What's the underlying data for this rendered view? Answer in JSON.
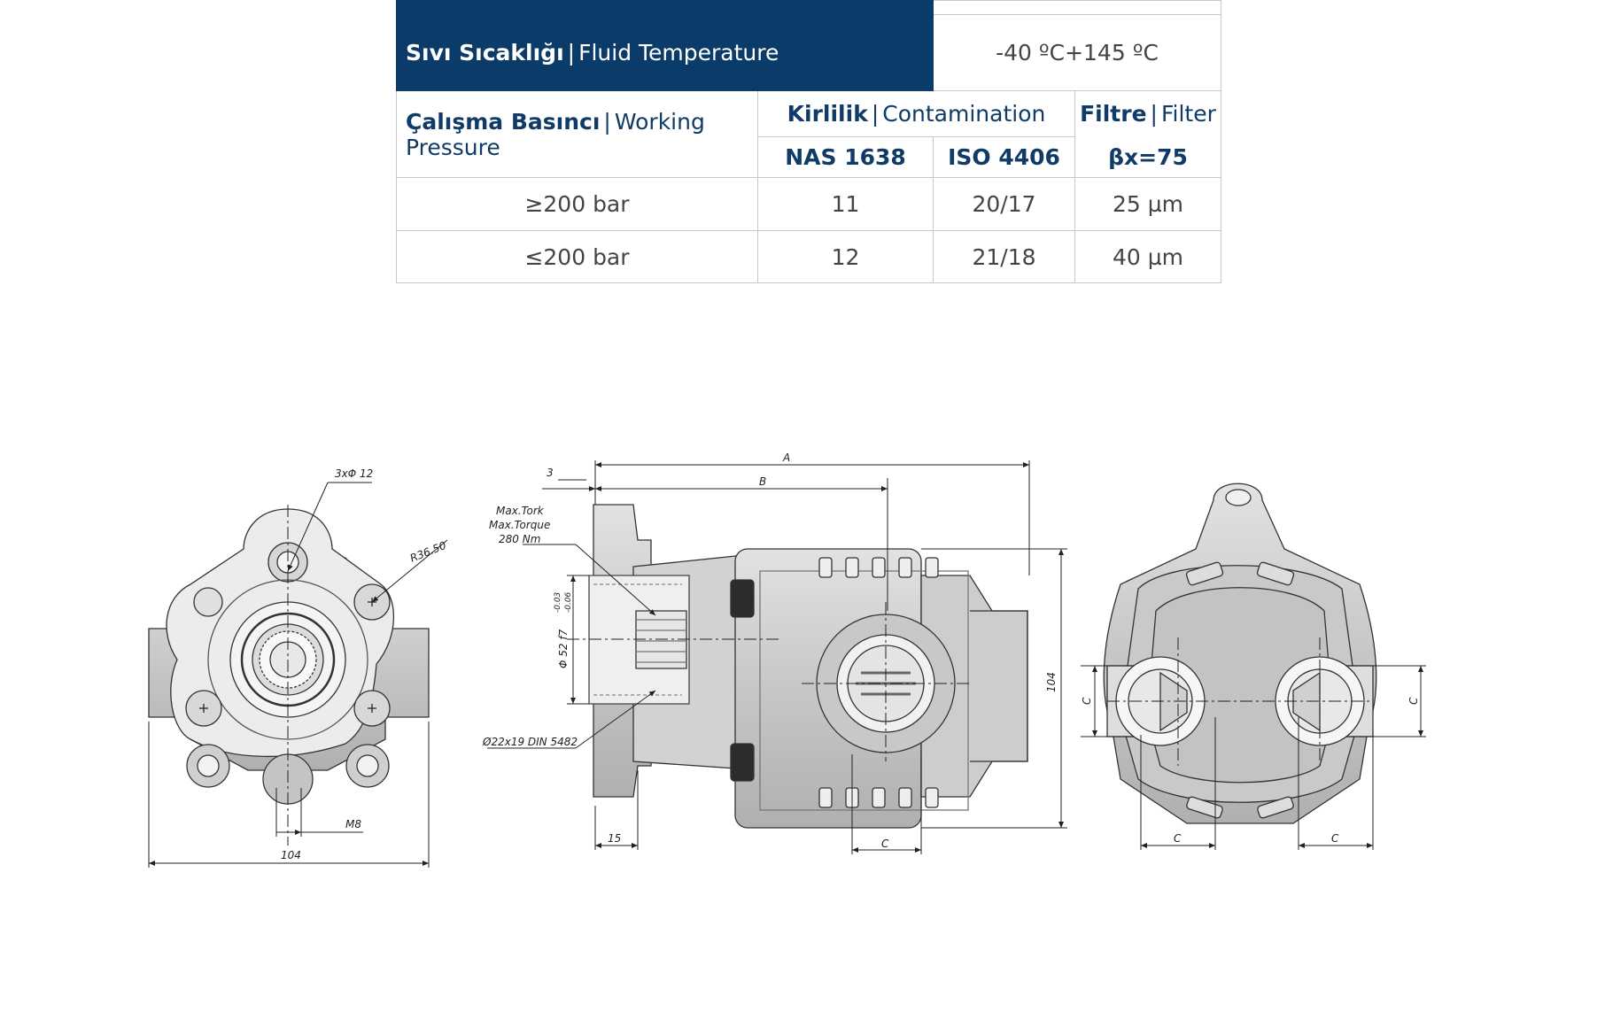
{
  "table": {
    "fluid_temperature": {
      "label_tr": "Sıvı Sıcaklığı",
      "separator": "|",
      "label_en": "Fluid Temperature",
      "value": "-40 ºC+145 ºC"
    },
    "header": {
      "pressure_tr": "Çalışma Basıncı",
      "pressure_en": "Working Pressure",
      "contamination_tr": "Kirlilik",
      "contamination_en": "Contamination",
      "filter_tr": "Filtre",
      "filter_en": "Filter",
      "nas": "NAS 1638",
      "iso": "ISO 4406",
      "beta": "βx=75"
    },
    "rows": [
      {
        "pressure": "≥200 bar",
        "nas": "11",
        "iso": "20/17",
        "filter": "25 µm"
      },
      {
        "pressure": "≤200 bar",
        "nas": "12",
        "iso": "21/18",
        "filter": "40 µm"
      }
    ]
  },
  "drawing": {
    "front": {
      "holes": "3xΦ 12",
      "radius": "R36.50",
      "thread": "M8",
      "width": "104"
    },
    "side": {
      "dim_a": "A",
      "dim_b": "B",
      "dim_3": "3",
      "torque_tr": "Max.Tork",
      "torque_en": "Max.Torque",
      "torque_value": "280 Nm",
      "shaft_dia": "Φ 52 f7",
      "tol_upper": "-0.03",
      "tol_lower": "-0.06",
      "spline": "Ø22x19 DIN 5482",
      "dim_15": "15",
      "dim_c": "C",
      "height": "104"
    },
    "rear": {
      "dim_c_left": "C",
      "dim_c_right": "C",
      "dim_c_bottom_left": "C",
      "dim_c_bottom_right": "C"
    }
  }
}
